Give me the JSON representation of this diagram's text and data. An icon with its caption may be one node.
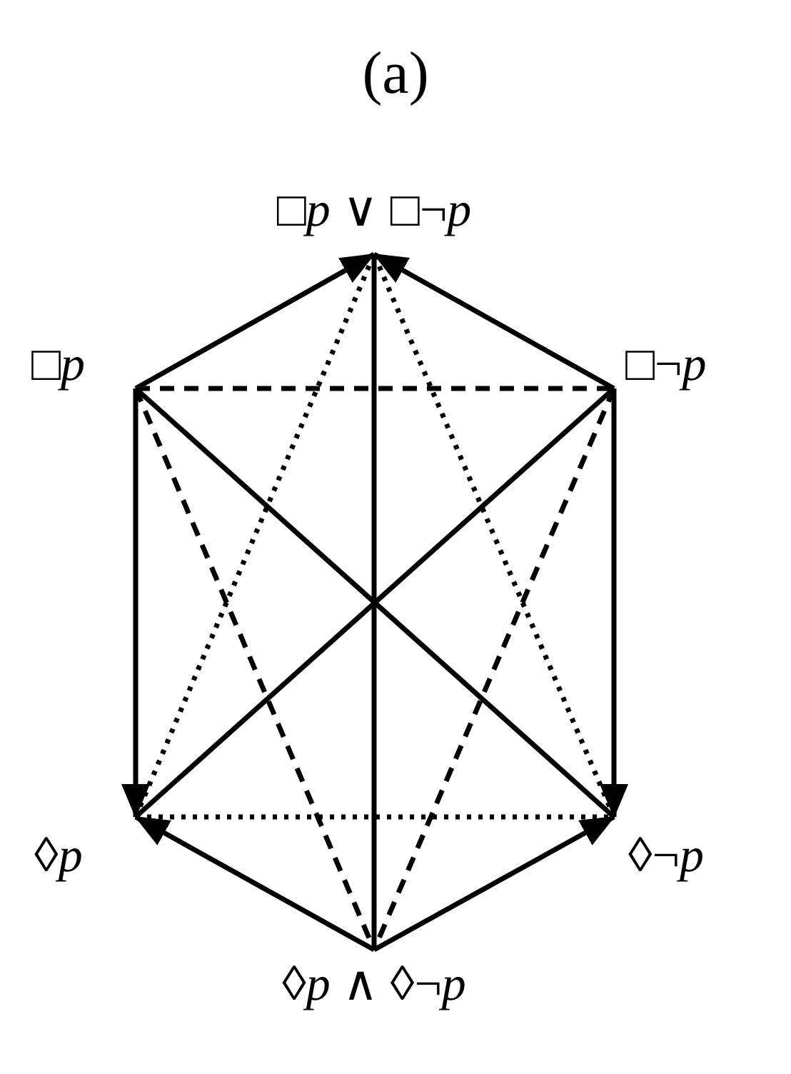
{
  "diagram": {
    "title": "(a)",
    "nodes": [
      {
        "text": [
          "□*p* ∨ □¬*p*"
        ]
      },
      {
        "text": [
          "□*p*"
        ]
      },
      {
        "text": [
          "□¬*p*"
        ]
      },
      {
        "text": [
          "◊*p*"
        ]
      },
      {
        "text": [
          "◊¬*p*"
        ]
      },
      {
        "text": [
          "◊*p* ∧ ◊¬*p*"
        ]
      }
    ],
    "edges": [
      {
        "from": 1,
        "to": 0,
        "arrow": "to"
      },
      {
        "from": 2,
        "to": 0,
        "arrow": "to"
      },
      {
        "from": 1,
        "to": 3,
        "arrow": "to"
      },
      {
        "from": 2,
        "to": 4,
        "arrow": "to"
      },
      {
        "from": 5,
        "to": 3,
        "arrow": "to"
      },
      {
        "from": 5,
        "to": 4,
        "arrow": "to"
      },
      {
        "from": 1,
        "to": 4,
        "arrow": "none"
      },
      {
        "from": 2,
        "to": 3,
        "arrow": "none"
      },
      {
        "from": 0,
        "to": 5,
        "arrow": "none"
      },
      {
        "from": 1,
        "to": 2,
        "arrow": "none",
        "style": "dashed"
      },
      {
        "from": 1,
        "to": 5,
        "arrow": "none",
        "style": "dashed"
      },
      {
        "from": 2,
        "to": 5,
        "arrow": "none",
        "style": "dashed"
      },
      {
        "from": 3,
        "to": 4,
        "arrow": "none",
        "style": "dashed"
      },
      {
        "from": 3,
        "to": 0,
        "arrow": "none",
        "style": "dashed"
      },
      {
        "from": 4,
        "to": 0,
        "arrow": "none",
        "style": "dashed"
      }
    ]
  }
}
